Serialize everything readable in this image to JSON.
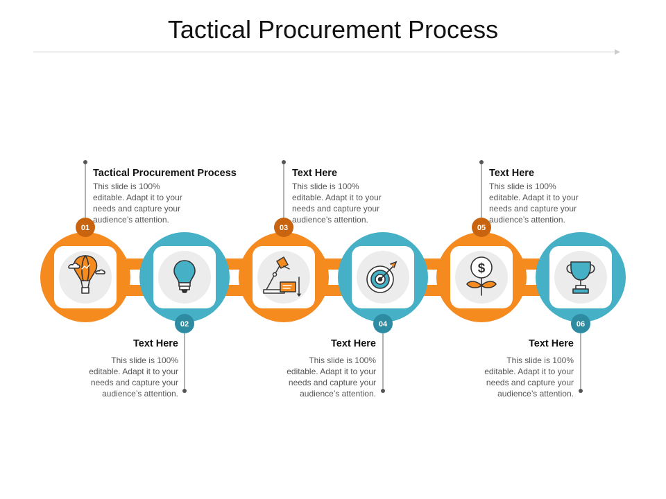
{
  "title": "Tactical Procurement Process",
  "colors": {
    "orange": "#F58A1F",
    "teal": "#45B0C6",
    "dark_orange": "#C8640F",
    "dark_teal": "#2D8CA2"
  },
  "steps": [
    {
      "number": "01",
      "heading": "Tactical Procurement Process",
      "lines": [
        "This slide is 100%",
        "editable. Adapt it to your",
        "needs and capture your",
        "audience’s attention."
      ],
      "icon": "hot-air-balloon-icon",
      "color": "orange"
    },
    {
      "number": "02",
      "heading": "Text Here",
      "lines": [
        "This slide is 100%",
        "editable. Adapt it to your",
        "needs and capture your",
        "audience’s attention."
      ],
      "icon": "light-bulb-icon",
      "color": "teal"
    },
    {
      "number": "03",
      "heading": "Text Here",
      "lines": [
        "This slide is 100%",
        "editable. Adapt it to your",
        "needs and capture your",
        "audience’s attention."
      ],
      "icon": "desk-lamp-workspace-icon",
      "color": "orange"
    },
    {
      "number": "04",
      "heading": "Text Here",
      "lines": [
        "This slide is 100%",
        "editable. Adapt it to your",
        "needs and capture your",
        "audience’s attention."
      ],
      "icon": "target-arrow-icon",
      "color": "teal"
    },
    {
      "number": "05",
      "heading": "Text Here",
      "lines": [
        "This slide is 100%",
        "editable. Adapt it to your",
        "needs and capture your",
        "audience’s attention."
      ],
      "icon": "money-plant-icon",
      "color": "orange"
    },
    {
      "number": "06",
      "heading": "Text Here",
      "lines": [
        "This slide is 100%",
        "editable. Adapt it to your",
        "needs and capture your",
        "audience’s attention."
      ],
      "icon": "trophy-icon",
      "color": "teal"
    }
  ]
}
